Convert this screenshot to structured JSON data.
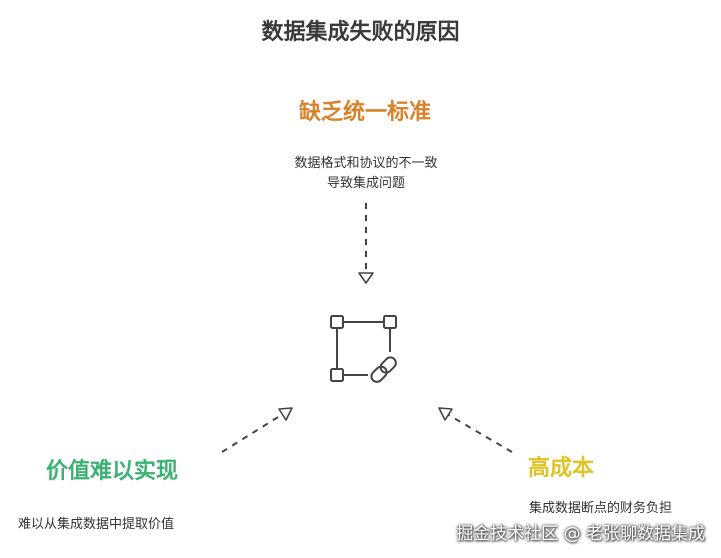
{
  "title": "数据集成失败的原因",
  "causes": [
    {
      "heading": "缺乏统一标准",
      "description": "数据格式和协议的不一致导致集成问题",
      "color": "#d9822b"
    },
    {
      "heading": "价值难以实现",
      "description": "难以从集成数据中提取价值",
      "color": "#3bb273"
    },
    {
      "heading": "高成本",
      "description": "集成数据断点的财务负担",
      "color": "#e0c326"
    }
  ],
  "center_icon": "broken-link-node-icon",
  "watermark": "掘金技术社区 @ 老张聊数据集成"
}
